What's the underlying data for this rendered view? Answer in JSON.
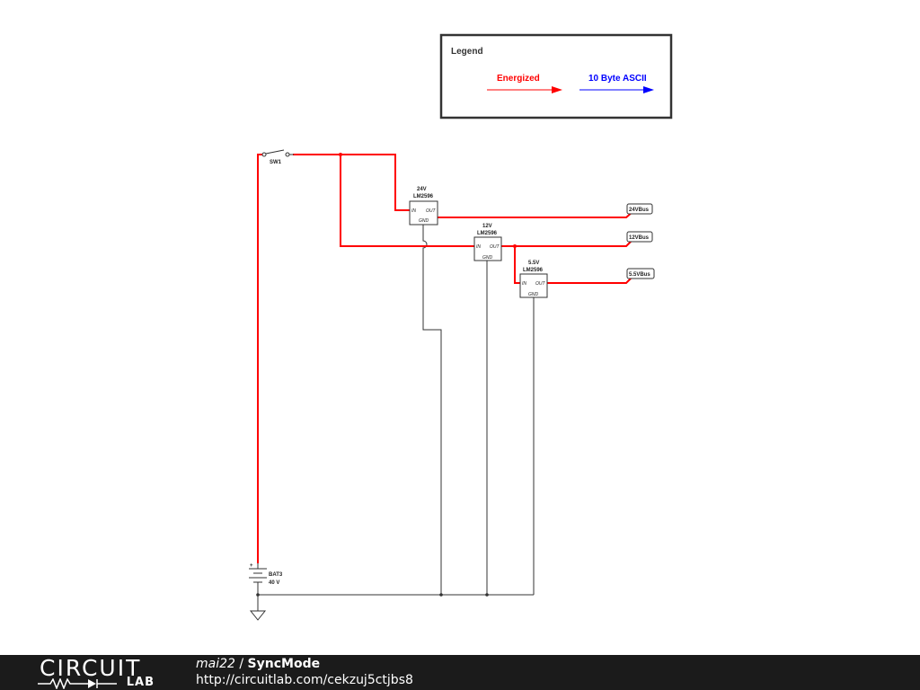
{
  "legend": {
    "title": "Legend",
    "items": [
      {
        "label": "Energized",
        "color": "#ff0000"
      },
      {
        "label": "10 Byte ASCII",
        "color": "#0000ff"
      }
    ]
  },
  "components": {
    "switch": {
      "ref": "SW1"
    },
    "battery": {
      "ref": "BAT3",
      "value": "40 V"
    },
    "regulators": [
      {
        "voltage": "24V",
        "part": "LM2596",
        "pin_in": "IN",
        "pin_out": "OUT",
        "pin_gnd": "GND"
      },
      {
        "voltage": "12V",
        "part": "LM2596",
        "pin_in": "IN",
        "pin_out": "OUT",
        "pin_gnd": "GND"
      },
      {
        "voltage": "5.5V",
        "part": "LM2596",
        "pin_in": "IN",
        "pin_out": "OUT",
        "pin_gnd": "GND"
      }
    ],
    "buses": [
      "24VBus",
      "12VBus",
      "5.5VBus"
    ],
    "battery_plus": "+"
  },
  "footer": {
    "logo_top": "CIRCUIT",
    "logo_bottom": "LAB",
    "user": "mai22",
    "separator": " / ",
    "project": "SyncMode",
    "url": "http://circuitlab.com/cekzuj5ctjbs8"
  },
  "colors": {
    "energized": "#ff0000",
    "data": "#0000ff",
    "wire": "#333333",
    "footer_bg": "#1b1b1b"
  }
}
